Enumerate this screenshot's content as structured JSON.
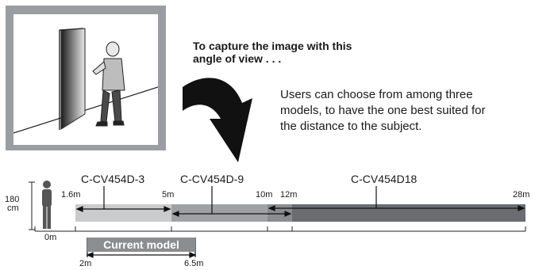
{
  "heading": {
    "line1": "To capture the image with this",
    "line2": "angle of view . . ."
  },
  "description": {
    "line1": "Users can choose from among three",
    "line2": "models, to have the one best suited for",
    "line3": "the distance to the subject."
  },
  "height_label": {
    "value": "180",
    "unit": "cm"
  },
  "origin_label": "0m",
  "models": [
    {
      "name": "C-CV454D-3",
      "start_label": "1.6m",
      "end_label": "5m",
      "color": "#c9cbcd",
      "range_m": [
        1.6,
        5
      ]
    },
    {
      "name": "C-CV454D-9",
      "start_label": "5m",
      "end_label": "10m",
      "color": "#9fa2a5",
      "range_m": [
        5,
        10
      ]
    },
    {
      "name": "C-CV454D18",
      "start_label": "12m",
      "end_label": "28m",
      "color": "#6a6d70",
      "range_m": [
        12,
        28
      ]
    }
  ],
  "current_model": {
    "label": "Current model",
    "start_label": "2m",
    "end_label": "6.5m",
    "color": "#8b8e91",
    "range_m": [
      2,
      6.5
    ]
  }
}
